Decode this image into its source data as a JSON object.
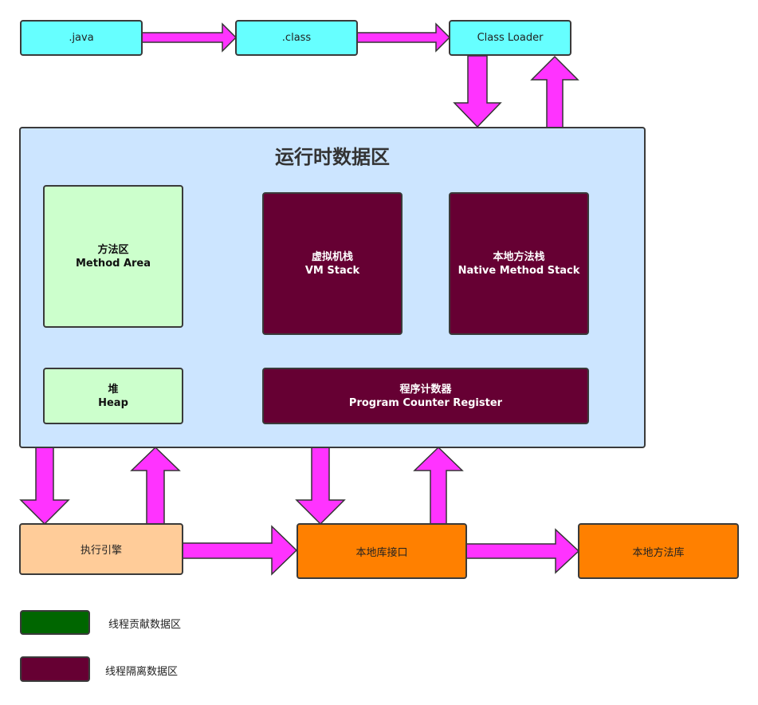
{
  "nodes": {
    "java": ".java",
    "class": ".class",
    "class_loader": "Class Loader",
    "runtime_title": "运行时数据区",
    "method_area": {
      "cn": "方法区",
      "en": "Method Area"
    },
    "vm_stack": {
      "cn": "虚拟机栈",
      "en": "VM Stack"
    },
    "native_method_stack": {
      "cn": "本地方法栈",
      "en": "Native Method Stack"
    },
    "heap": {
      "cn": "堆",
      "en": "Heap"
    },
    "program_counter": {
      "cn": "程序计数器",
      "en": "Program Counter Register"
    },
    "execution_engine": "执行引擎",
    "native_interface": "本地库接口",
    "native_library": "本地方法库"
  },
  "legend": [
    {
      "label": "线程贡献数据区",
      "color": "#006600"
    },
    {
      "label": "线程隔离数据区",
      "color": "#660033"
    }
  ],
  "colors": {
    "arrow": "#ff33ff",
    "cyan": "#66ffff",
    "green": "#ccffcc",
    "maroon": "#660033",
    "orange": "#ff8000",
    "peach": "#ffcc99",
    "runtime_bg": "#cce5ff"
  }
}
